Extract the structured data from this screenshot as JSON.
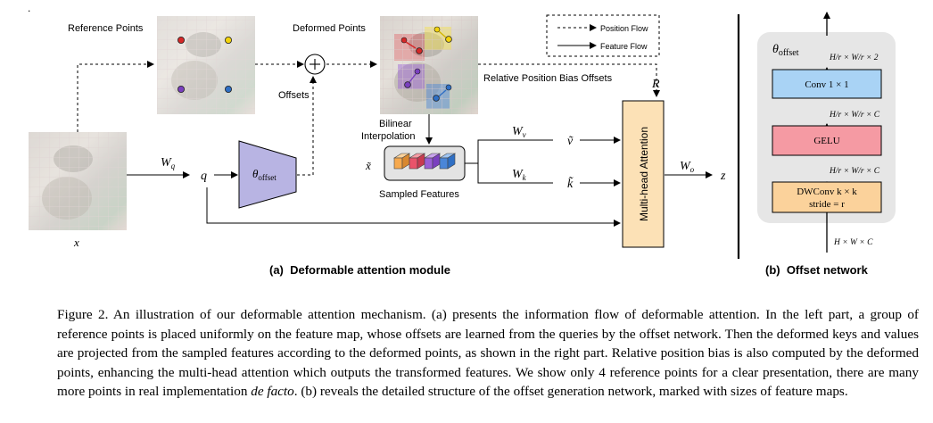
{
  "figure": {
    "panel_a": {
      "reference_points_label": "Reference Points",
      "deformed_points_label": "Deformed Points",
      "offsets_label": "Offsets",
      "relative_position_bias_label": "Relative Position Bias Offsets",
      "r_label": "R",
      "bilinear_label_line1": "Bilinear",
      "bilinear_label_line2": "Interpolation",
      "sampled_features_label": "Sampled Features",
      "x_label": "x",
      "x_tilde_label": "x̃",
      "wq_label": "W",
      "wq_sub": "q",
      "q_label": "q",
      "offset_main": "θ",
      "offset_sub": "offset",
      "wv_label": "W",
      "wv_sub": "v",
      "wk_label": "W",
      "wk_sub": "k",
      "v_tilde_label": "ṽ",
      "k_tilde_label": "k̃",
      "mha_label": "Multi-head Attention",
      "wo_label": "W",
      "wo_sub": "o",
      "z_label": "z",
      "legend_position_flow": "Position Flow",
      "legend_feature_flow": "Feature Flow",
      "caption": "(a)  Deformable attention module"
    },
    "panel_b": {
      "title_main": "θ",
      "title_sub": "offset",
      "conv_label": "Conv 1 × 1",
      "gelu_label": "GELU",
      "dwconv_line1": "DWConv k × k",
      "dwconv_line2": "stride = r",
      "size_top": "H/r × W/r × 2",
      "size_mid1": "H/r × W/r × C",
      "size_mid2": "H/r × W/r × C",
      "size_bottom": "H × W × C",
      "caption": "(b)  Offset network"
    },
    "colors": {
      "conv_fill": "#a9d3f5",
      "gelu_fill": "#f59aa3",
      "dwconv_fill": "#fbd29b",
      "mha_fill": "#fce1b6",
      "offset_fill": "#b8b4e3",
      "panel_bg": "#e6e6e6",
      "point_red": "#d62828",
      "point_yellow": "#f2d20c",
      "point_purple": "#7a3fbf",
      "point_blue": "#2f6fc4"
    }
  },
  "caption": {
    "figure_number": "Figure 2.",
    "text_1": "An illustration of our deformable attention mechanism. (a) presents the information flow of deformable attention. In the left part, a group of reference points is placed uniformly on the feature map, whose offsets are learned from the queries by the offset network. Then the deformed keys and values are projected from the sampled features according to the deformed points, as shown in the right part. Relative position bias is also computed by the deformed points, enhancing the multi-head attention which outputs the transformed features. We show only 4 reference points for a clear presentation, there are many more points in real implementation",
    "italic": "de facto",
    "text_2": ". (b) reveals the detailed structure of the offset generation network, marked with sizes of feature maps."
  }
}
